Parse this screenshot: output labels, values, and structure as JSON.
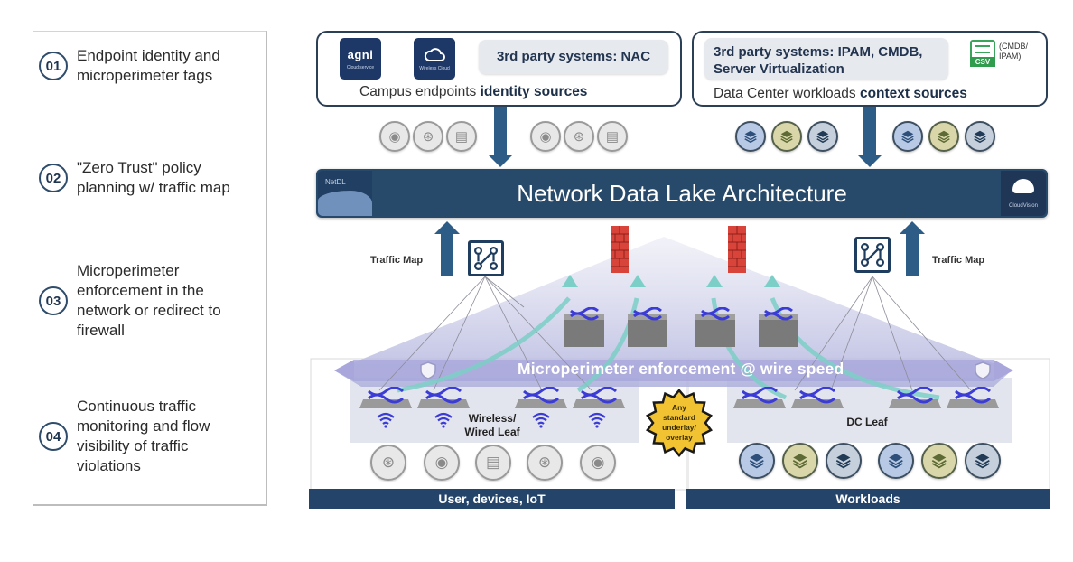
{
  "steps": [
    {
      "number": "01",
      "text": "Endpoint identity and\nmicroperimeter tags"
    },
    {
      "number": "02",
      "text": "\"Zero Trust\" policy\nplanning w/ traffic map"
    },
    {
      "number": "03",
      "text": "Microperimeter\nenforcement in the\nnetwork or redirect to\nfirewall"
    },
    {
      "number": "04",
      "text": "Continuous traffic\nmonitoring and flow\nvisibility of traffic\nviolations"
    }
  ],
  "campus_sources": {
    "tiles": [
      {
        "label": "agni",
        "sub": "Cloud service",
        "icon": "agni-logo-icon"
      },
      {
        "label": "",
        "sub": "Wireless Cloud",
        "icon": "cloud-wifi-icon"
      }
    ],
    "nac_label": "3rd party systems: NAC",
    "caption_plain": "Campus endpoints ",
    "caption_bold": "identity sources",
    "device_icons": [
      "camera-icon",
      "access-point-icon",
      "printer-icon",
      "camera-icon",
      "access-point-icon",
      "printer-icon"
    ]
  },
  "dc_sources": {
    "systems_label": "3rd party systems: IPAM, CMDB,\nServer Virtualization",
    "csv_tag": "CSV",
    "csv_note": "(CMDB/\nIPAM)",
    "caption_plain": "Data Center workloads ",
    "caption_bold": "context sources",
    "workload_icons": [
      "blue",
      "olive",
      "navy",
      "blue",
      "olive",
      "navy"
    ]
  },
  "data_lake": {
    "title": "Network Data Lake Architecture",
    "left_logo": "NetDL",
    "right_logo": "CloudVision"
  },
  "traffic_map": {
    "left_label": "Traffic Map",
    "right_label": "Traffic Map"
  },
  "enforcement_label": "Microperimeter enforcement  @ wire speed",
  "campus_leaf_label": "Wireless/\nWired Leaf",
  "dc_leaf_label": "DC Leaf",
  "badge_text": "Any\nstandard\nunderlay/\noverlay",
  "endpoint_icons": [
    "access-point-icon",
    "camera-icon",
    "printer-icon",
    "access-point-icon",
    "camera-icon"
  ],
  "dc_workload_icons": [
    "blue",
    "olive",
    "navy",
    "blue",
    "olive",
    "navy"
  ],
  "footers": {
    "left": "User, devices, IoT",
    "right": "Workloads"
  },
  "colors": {
    "navy": "#27496a",
    "arrow": "#2d5c87",
    "firewall": "#d9443a",
    "switch": "#3b3bd6",
    "flow": "#7ccfc7",
    "enforcement": "#a8a6db",
    "badge": "#f1c232"
  }
}
